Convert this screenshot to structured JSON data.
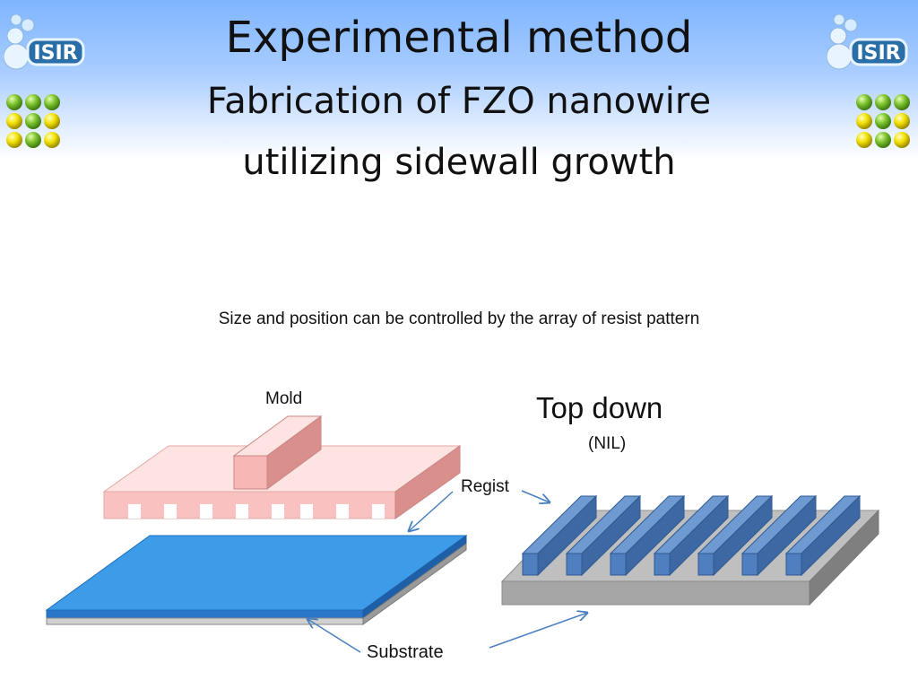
{
  "slide": {
    "title_line1": "Experimental method",
    "title_line2": "Fabrication of FZO nanowire",
    "title_line3": "utilizing sidewall growth",
    "caption": "Size and position can be controlled by the array of resist pattern"
  },
  "logos": {
    "text": "ISIR",
    "dot_colors": [
      "#7cc22e",
      "#f2e000"
    ]
  },
  "diagram": {
    "mold_label": "Mold",
    "top_down_label": "Top down",
    "nil_label": "(NIL)",
    "regist_label": "Regist",
    "substrate_label": "Substrate"
  },
  "colors": {
    "header_band": "#7fb5ff",
    "mold": "#f9c2c0",
    "film": "#3d9be8",
    "substrate": "#bfbfbf",
    "resist_bars": "#4f7fbf",
    "arrows": "#4a7fc0"
  }
}
